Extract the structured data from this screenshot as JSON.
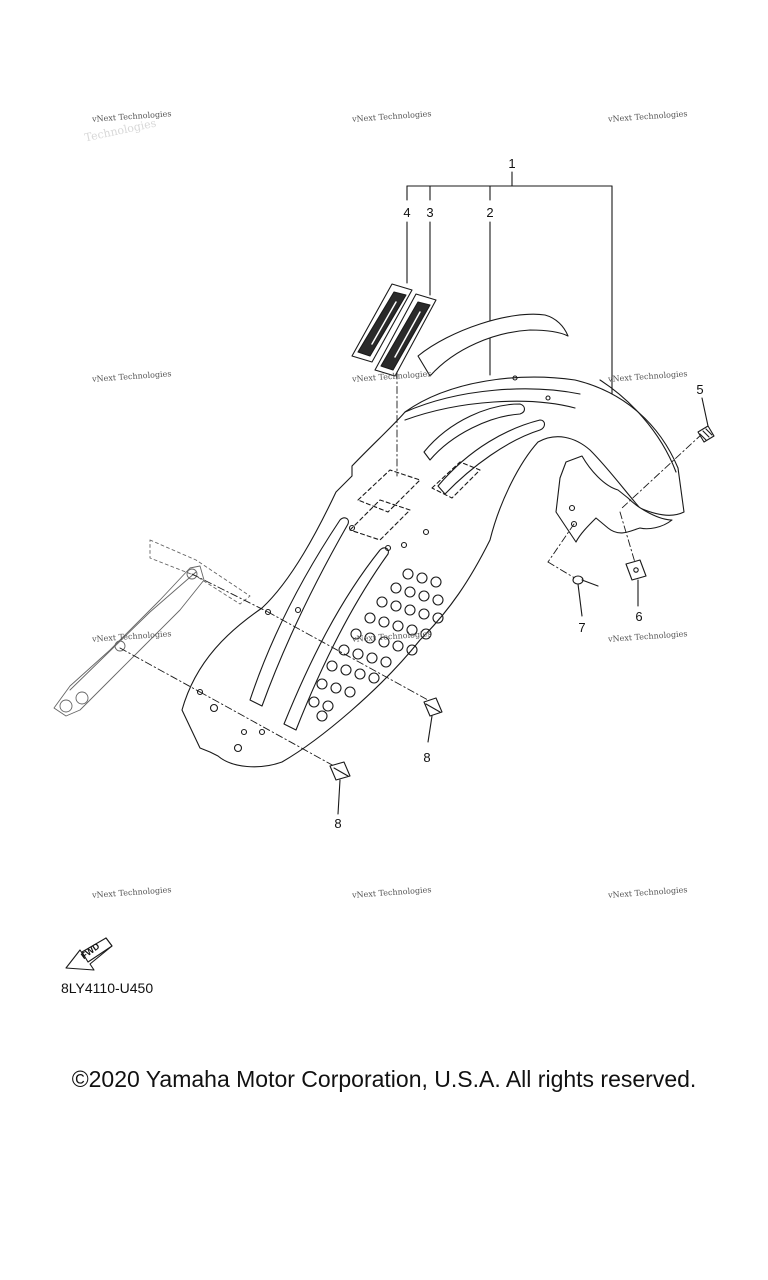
{
  "callouts": {
    "c1": "1",
    "c2": "2",
    "c3": "3",
    "c4": "4",
    "c5": "5",
    "c6": "6",
    "c7": "7",
    "c8a": "8",
    "c8b": "8"
  },
  "watermark": {
    "line1": "vNext Technologies",
    "line2": "Technologies"
  },
  "fwd_label": "FWD",
  "diagram_code": "8LY4110-U450",
  "copyright": "©2020 Yamaha Motor Corporation, U.S.A. All rights reserved.",
  "colors": {
    "line": "#1a1a1a",
    "background": "#ffffff",
    "sticker_dark": "#222222"
  }
}
